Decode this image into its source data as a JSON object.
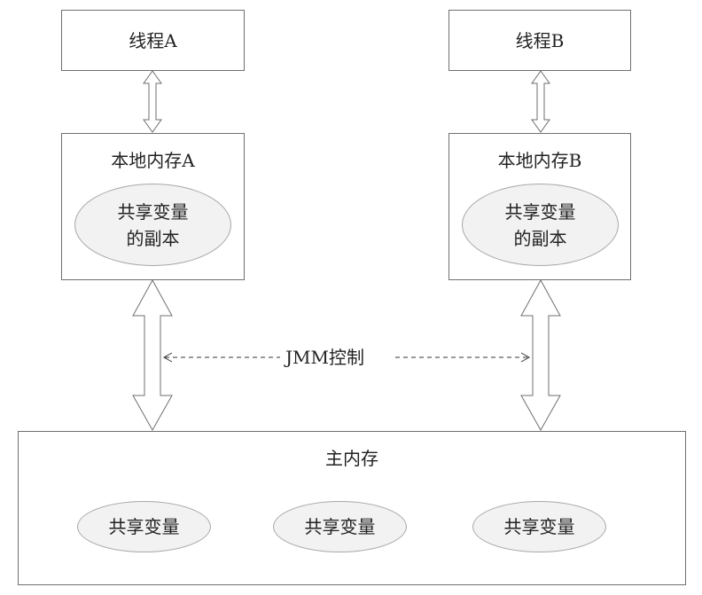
{
  "thread_a": {
    "label": "线程A"
  },
  "thread_b": {
    "label": "线程B"
  },
  "local_mem_a": {
    "title": "本地内存A",
    "copy_line1": "共享变量",
    "copy_line2": "的副本"
  },
  "local_mem_b": {
    "title": "本地内存B",
    "copy_line1": "共享变量",
    "copy_line2": "的副本"
  },
  "jmm_label": "JMM控制",
  "main_memory": {
    "title": "主内存",
    "variables": [
      "共享变量",
      "共享变量",
      "共享变量"
    ]
  }
}
